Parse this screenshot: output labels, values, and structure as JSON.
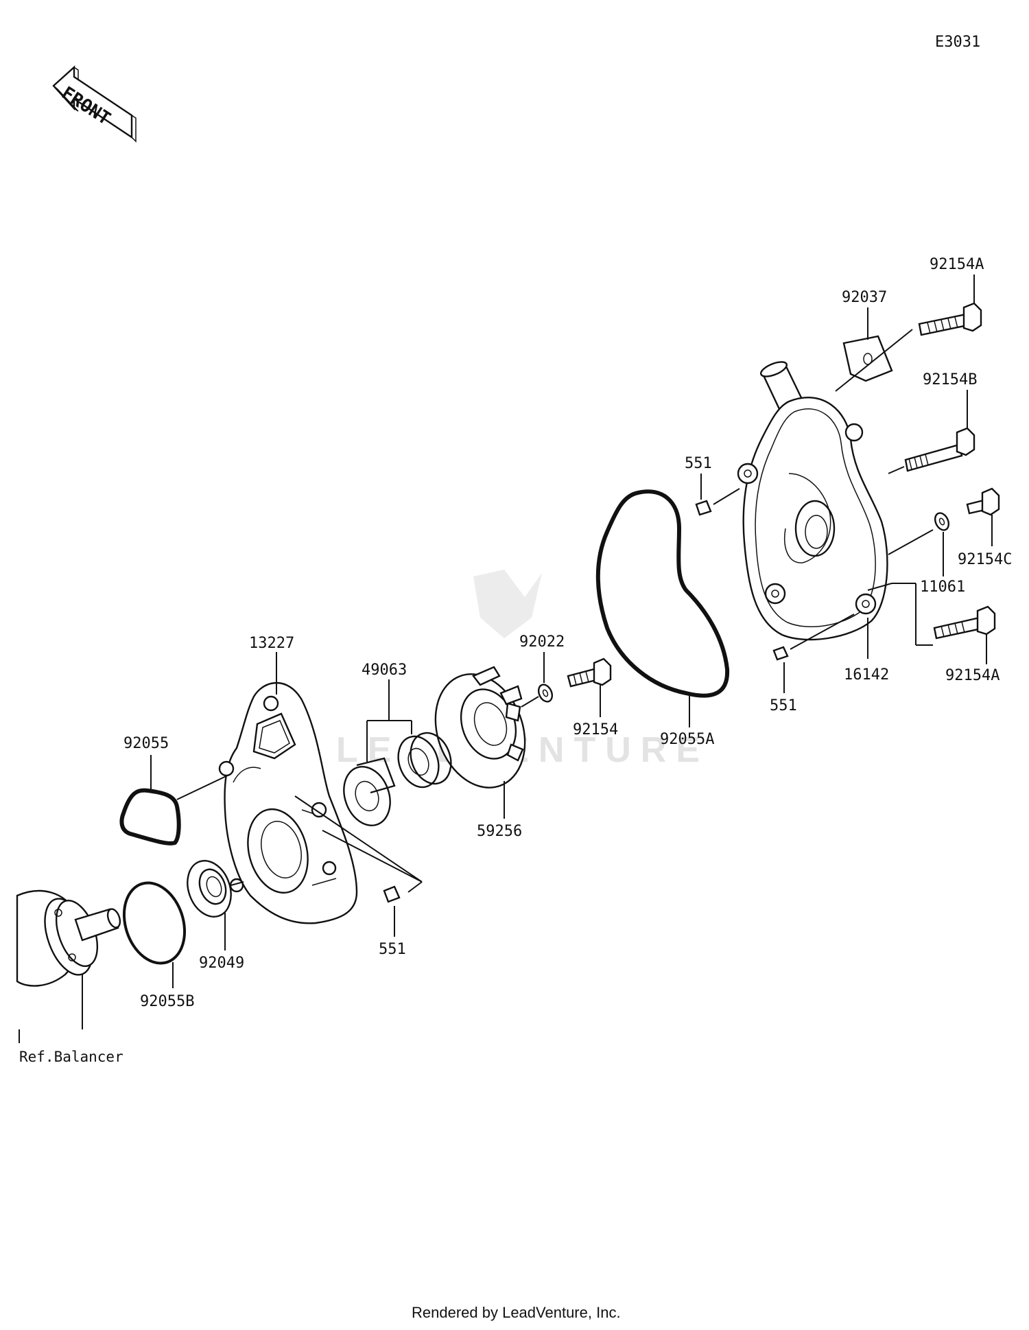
{
  "diagram_code": "E3031",
  "front_marker": "FRONT",
  "watermark": "LEADVENTURE",
  "footer": "Rendered by LeadVenture, Inc.",
  "labels": {
    "p92154A_top": "92154A",
    "p92037": "92037",
    "p92154B": "92154B",
    "p551_top": "551",
    "p92154C": "92154C",
    "p11061": "11061",
    "p16142": "16142",
    "p92154A_bottom": "92154A",
    "p551_right": "551",
    "p92022": "92022",
    "p92154": "92154",
    "p92055A": "92055A",
    "p13227": "13227",
    "p49063": "49063",
    "p59256": "59256",
    "p92055": "92055",
    "p92049": "92049",
    "p92055B": "92055B",
    "p551_bottom": "551",
    "ref_balancer": "Ref.Balancer"
  }
}
